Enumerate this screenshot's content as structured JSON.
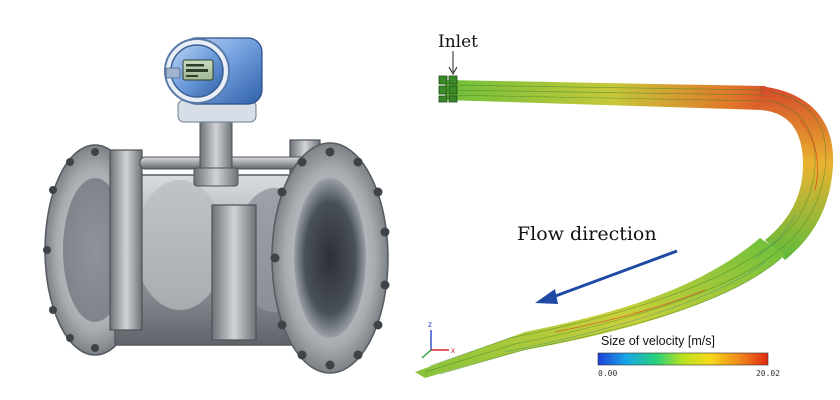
{
  "cfd": {
    "inlet_label": "Inlet",
    "flow_label": "Flow direction",
    "colorbar": {
      "title": "Size of velocity [m/s]",
      "min_label": "0.00",
      "max_label": "20.02",
      "colors": [
        "#1f3fd8",
        "#19a7e6",
        "#25d07a",
        "#b9e21e",
        "#f7d81a",
        "#f08a1a",
        "#e02a14"
      ]
    },
    "axes": {
      "z": "z",
      "x": "x"
    }
  },
  "colors": {
    "arrow": "#1f4aa3",
    "meter_head": "#5f8ed6",
    "steel": "#9aa0a6"
  }
}
